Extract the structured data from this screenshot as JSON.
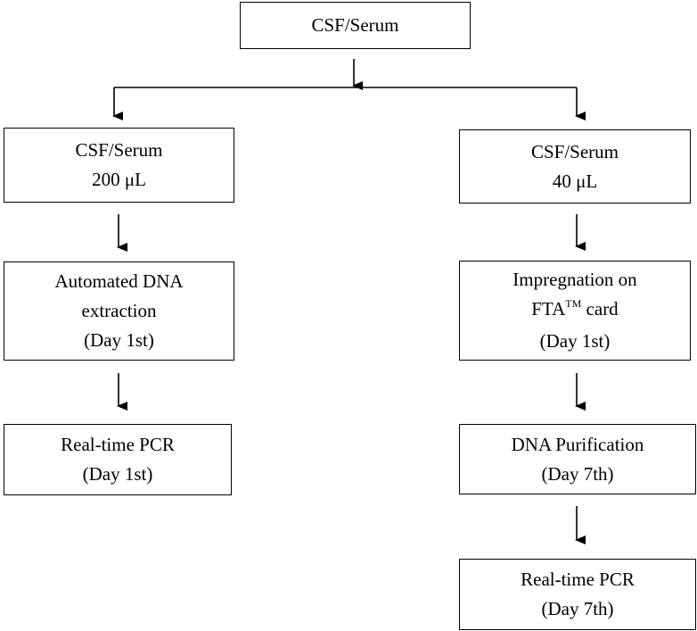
{
  "nodes": {
    "top": {
      "line1": "CSF/Serum"
    },
    "left_sample": {
      "line1": "CSF/Serum",
      "line2": "200 μL"
    },
    "left_extraction": {
      "line1": "Automated DNA",
      "line2": "extraction",
      "line3": "(Day 1st)"
    },
    "left_pcr": {
      "line1": "Real-time PCR",
      "line2": "(Day 1st)"
    },
    "right_sample": {
      "line1": "CSF/Serum",
      "line2": "40 μL"
    },
    "right_impregnation": {
      "line1": "Impregnation on",
      "line2_base": "FTA",
      "line2_sup": "TM",
      "line2_tail": " card",
      "line3": "(Day 1st)"
    },
    "right_purification": {
      "line1": "DNA Purification",
      "line2": "(Day 7th)"
    },
    "right_pcr": {
      "line1": "Real-time PCR",
      "line2": "(Day 7th)"
    }
  }
}
